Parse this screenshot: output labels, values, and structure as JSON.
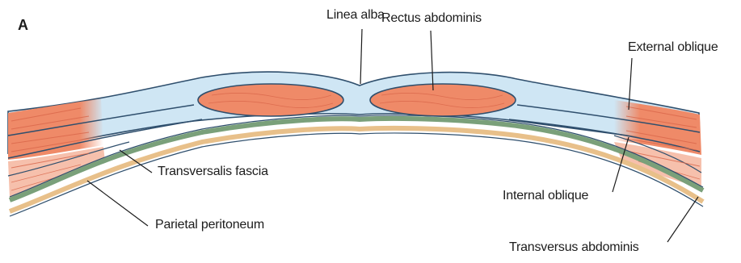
{
  "figure": {
    "panel_letter": "A",
    "labels": {
      "linea_alba": "Linea alba",
      "rectus_abdominis": "Rectus abdominis",
      "external_oblique": "External oblique",
      "transversalis_fascia": "Transversalis fascia",
      "parietal_peritoneum": "Parietal peritoneum",
      "internal_oblique": "Internal oblique",
      "transversus_abdominis": "Transversus abdominis"
    },
    "colors": {
      "muscle": "#ef8a68",
      "muscle_edge": "#d9664a",
      "fascia": "#cfe6f4",
      "fascia_edge": "#2f4f6d",
      "transversalis": "#7aa07a",
      "peritoneum": "#e8c08a",
      "leader_line": "#1c1c1c"
    }
  }
}
